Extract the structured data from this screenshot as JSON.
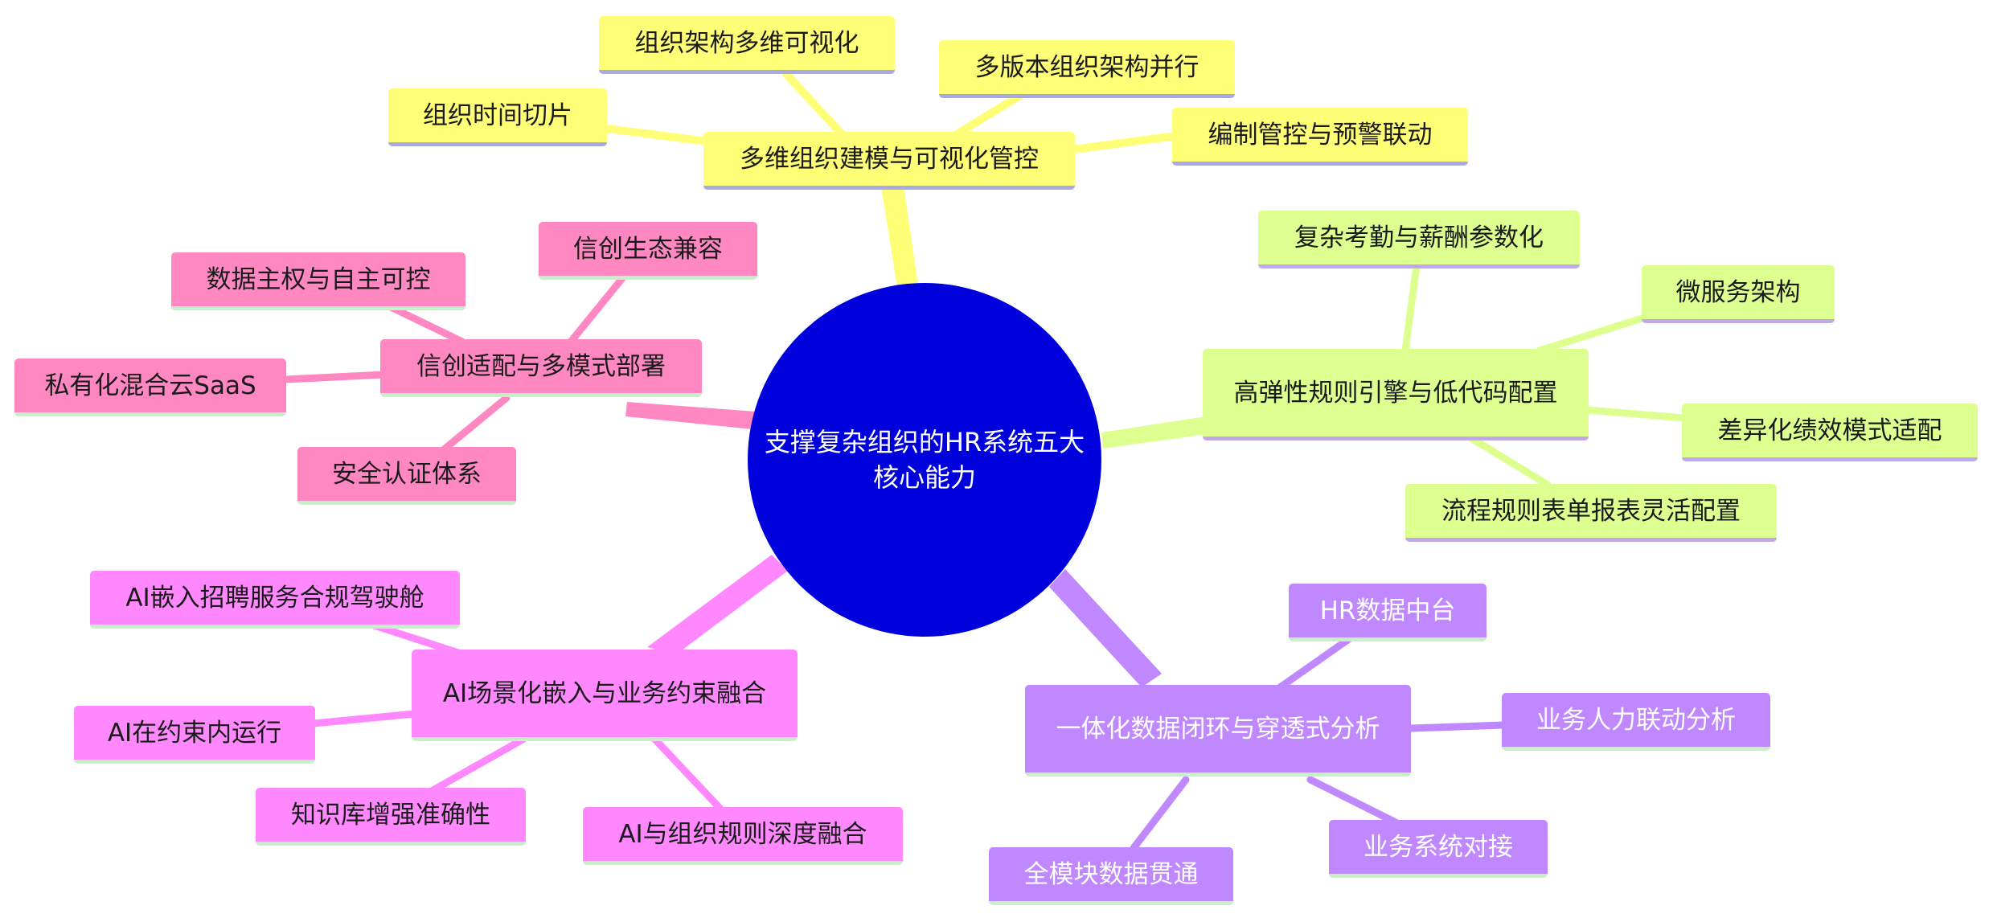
{
  "center": "支撑复杂组织的HR系统五大核心能力",
  "colors": {
    "yellow": "#ffff77",
    "green": "#ddff8f",
    "purple": "#bf88ff",
    "pink": "#ff88ff",
    "rose": "#ff88c2",
    "center": "#0000dd"
  },
  "branches": [
    {
      "label": "多维组织建模与可视化管控",
      "color": "yellow",
      "children": [
        "组织架构多维可视化",
        "多版本组织架构并行",
        "组织时间切片",
        "编制管控与预警联动"
      ]
    },
    {
      "label": "高弹性规则引擎与低代码配置",
      "color": "green",
      "children": [
        "复杂考勤与薪酬参数化",
        "微服务架构",
        "差异化绩效模式适配",
        "流程规则表单报表灵活配置"
      ]
    },
    {
      "label": "一体化数据闭环与穿透式分析",
      "color": "purple",
      "children": [
        "HR数据中台",
        "业务人力联动分析",
        "业务系统对接",
        "全模块数据贯通"
      ]
    },
    {
      "label": "AI场景化嵌入与业务约束融合",
      "color": "pink",
      "children": [
        "AI嵌入招聘服务合规驾驶舱",
        "AI在约束内运行",
        "知识库增强准确性",
        "AI与组织规则深度融合"
      ]
    },
    {
      "label": "信创适配与多模式部署",
      "color": "rose",
      "children": [
        "信创生态兼容",
        "数据主权与自主可控",
        "私有化混合云SaaS",
        "安全认证体系"
      ]
    }
  ]
}
